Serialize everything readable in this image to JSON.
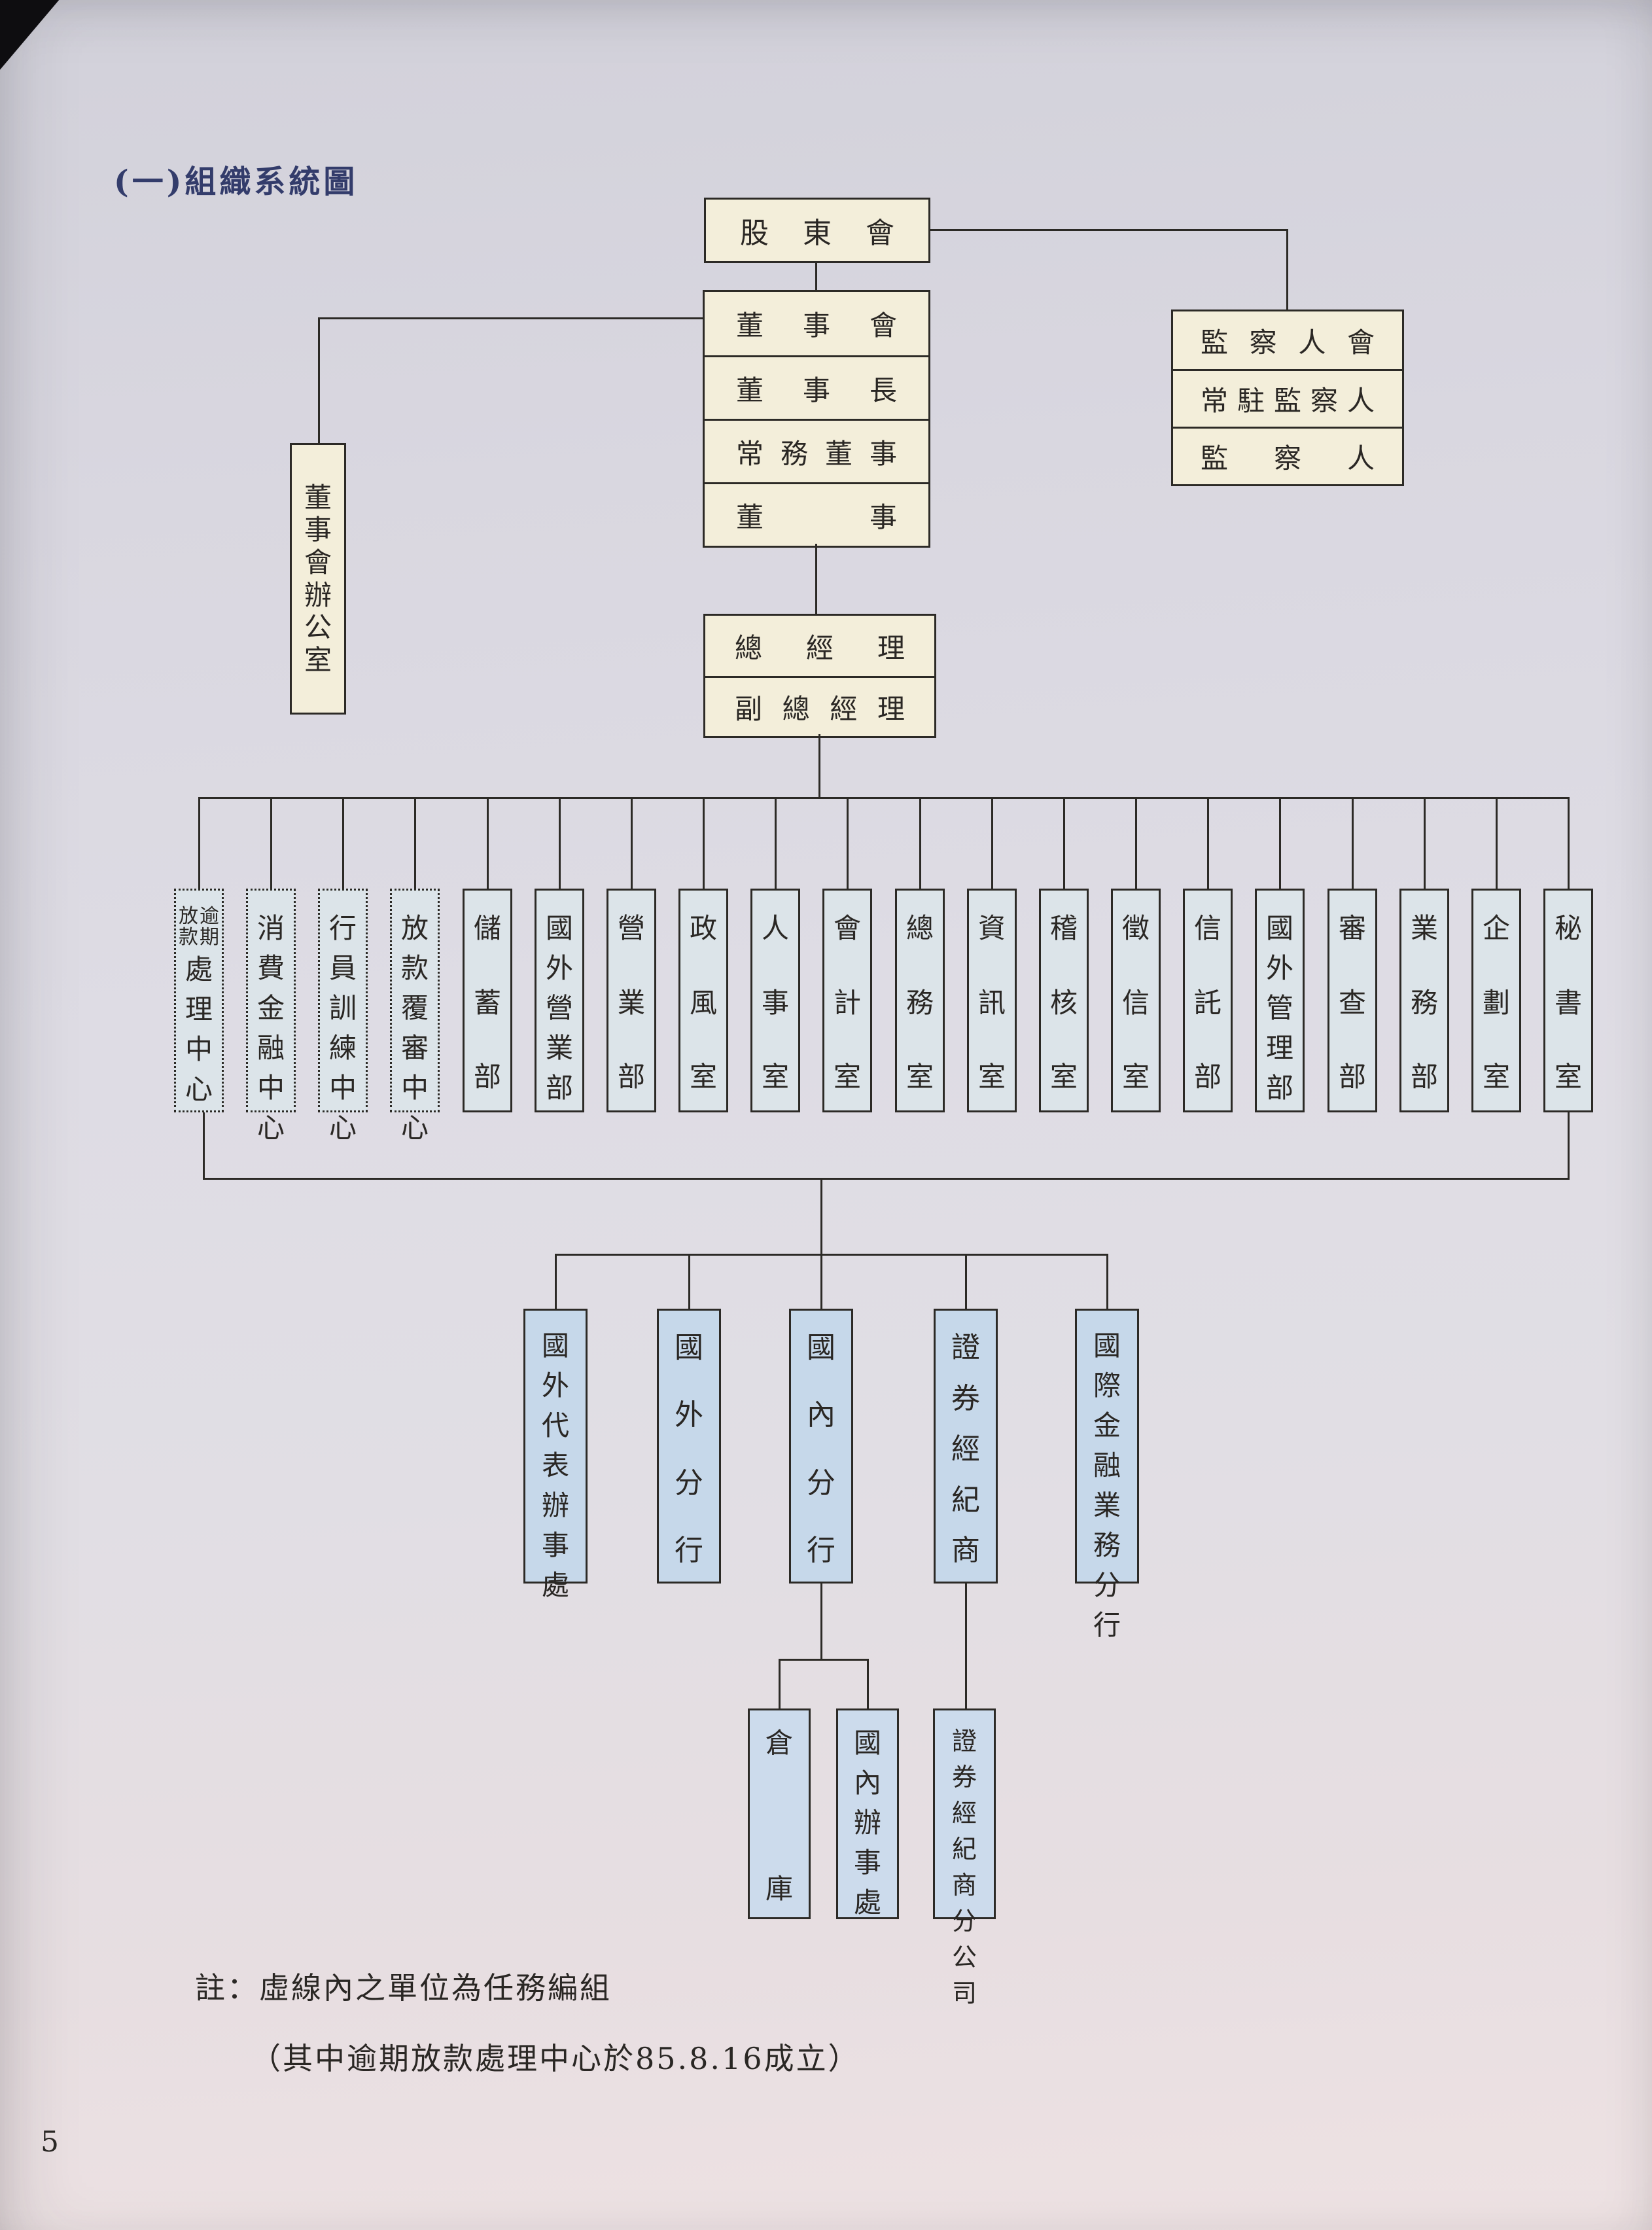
{
  "page": {
    "title": "(一)組織系統圖",
    "note_line1": "註：虛線內之單位為任務編組",
    "note_line2": "（其中逾期放款處理中心於85.8.16成立）",
    "page_number": "5"
  },
  "hierarchy": {
    "shareholders": "股東會",
    "board_rows": [
      "董事會",
      "董事長",
      "常務董事",
      "董事"
    ],
    "supervisor_rows": [
      "監察人會",
      "常駐監察人",
      "監察人"
    ],
    "board_office": "董事會辦公室",
    "management_rows": [
      "總經理",
      "副總經理"
    ]
  },
  "departments": [
    {
      "label": "逾期放款處理中心",
      "dotted": true
    },
    {
      "label": "消費金融中心",
      "dotted": true
    },
    {
      "label": "行員訓練中心",
      "dotted": true
    },
    {
      "label": "放款覆審中心",
      "dotted": true
    },
    {
      "label": "儲蓄部",
      "dotted": false
    },
    {
      "label": "國外營業部",
      "dotted": false
    },
    {
      "label": "營業部",
      "dotted": false
    },
    {
      "label": "政風室",
      "dotted": false
    },
    {
      "label": "人事室",
      "dotted": false
    },
    {
      "label": "會計室",
      "dotted": false
    },
    {
      "label": "總務室",
      "dotted": false
    },
    {
      "label": "資訊室",
      "dotted": false
    },
    {
      "label": "稽核室",
      "dotted": false
    },
    {
      "label": "徵信室",
      "dotted": false
    },
    {
      "label": "信託部",
      "dotted": false
    },
    {
      "label": "國外管理部",
      "dotted": false
    },
    {
      "label": "審查部",
      "dotted": false
    },
    {
      "label": "業務部",
      "dotted": false
    },
    {
      "label": "企劃室",
      "dotted": false
    },
    {
      "label": "秘書室",
      "dotted": false
    }
  ],
  "branch_units": [
    "國外代表辦事處",
    "國外分行",
    "國內分行",
    "證券經紀商",
    "國際金融業務分行"
  ],
  "sub_units": [
    "倉庫",
    "國內辦事處",
    "證券經紀商分公司"
  ],
  "colors": {
    "paper": "#dedce4",
    "box_cream": "#f3eeda",
    "box_blue_grey": "#dce4e9",
    "box_blue": "#c6d8ea",
    "box_blue_light": "#ccdbec",
    "line": "#2c2a26",
    "title_ink": "#333c6b",
    "ink": "#2a2724"
  }
}
